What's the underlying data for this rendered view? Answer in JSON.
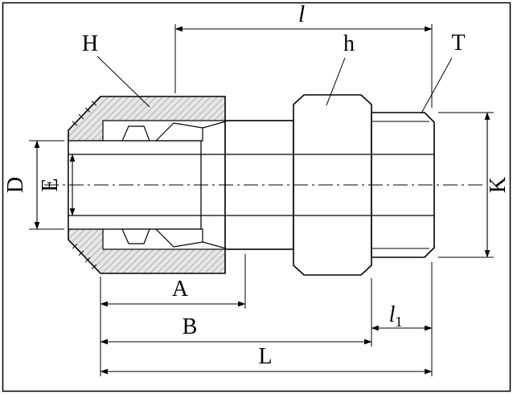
{
  "drawing": {
    "title": "tube-fitting-male-connector-dimension-drawing",
    "labels": {
      "l": "l",
      "H": "H",
      "h": "h",
      "T": "T",
      "D": "D",
      "E": "E",
      "K": "K",
      "A": "A",
      "B": "B",
      "L": "L",
      "l1_base": "l",
      "l1_sub": "1"
    },
    "colors": {
      "line": "#000000",
      "hatch_line": "#8a8a8a",
      "hatch_background": "#e6e6e6",
      "background": "#ffffff"
    }
  }
}
